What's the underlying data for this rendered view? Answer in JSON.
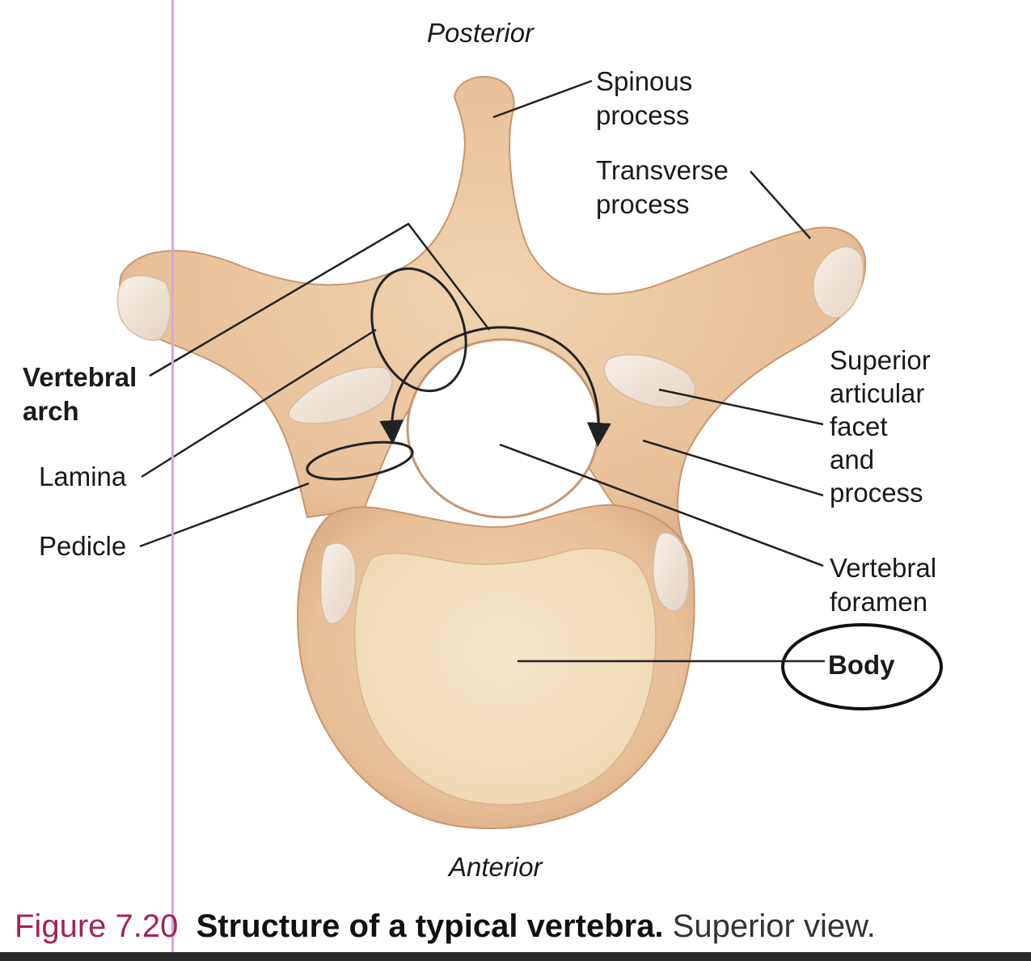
{
  "figure": {
    "number": "Figure 7.20",
    "title": "Structure of a typical vertebra.",
    "subtitle": "Superior view."
  },
  "orientation": {
    "top": "Posterior",
    "bottom": "Anterior"
  },
  "labels": {
    "spinous_process": [
      "Spinous",
      "process"
    ],
    "transverse_process": [
      "Transverse",
      "process"
    ],
    "vertebral_arch": [
      "Vertebral",
      "arch"
    ],
    "lamina": "Lamina",
    "pedicle": "Pedicle",
    "superior_articular": [
      "Superior",
      "articular",
      "facet",
      "and",
      "process"
    ],
    "vertebral_foramen": [
      "Vertebral",
      "foramen"
    ],
    "body": "Body"
  },
  "colors": {
    "bone": "#ecc7a0",
    "bone_shadow": "#c99a72",
    "body_top": "#f3dfbf",
    "facet": "#f1e7dc",
    "caption_accent": "#a2245a"
  }
}
